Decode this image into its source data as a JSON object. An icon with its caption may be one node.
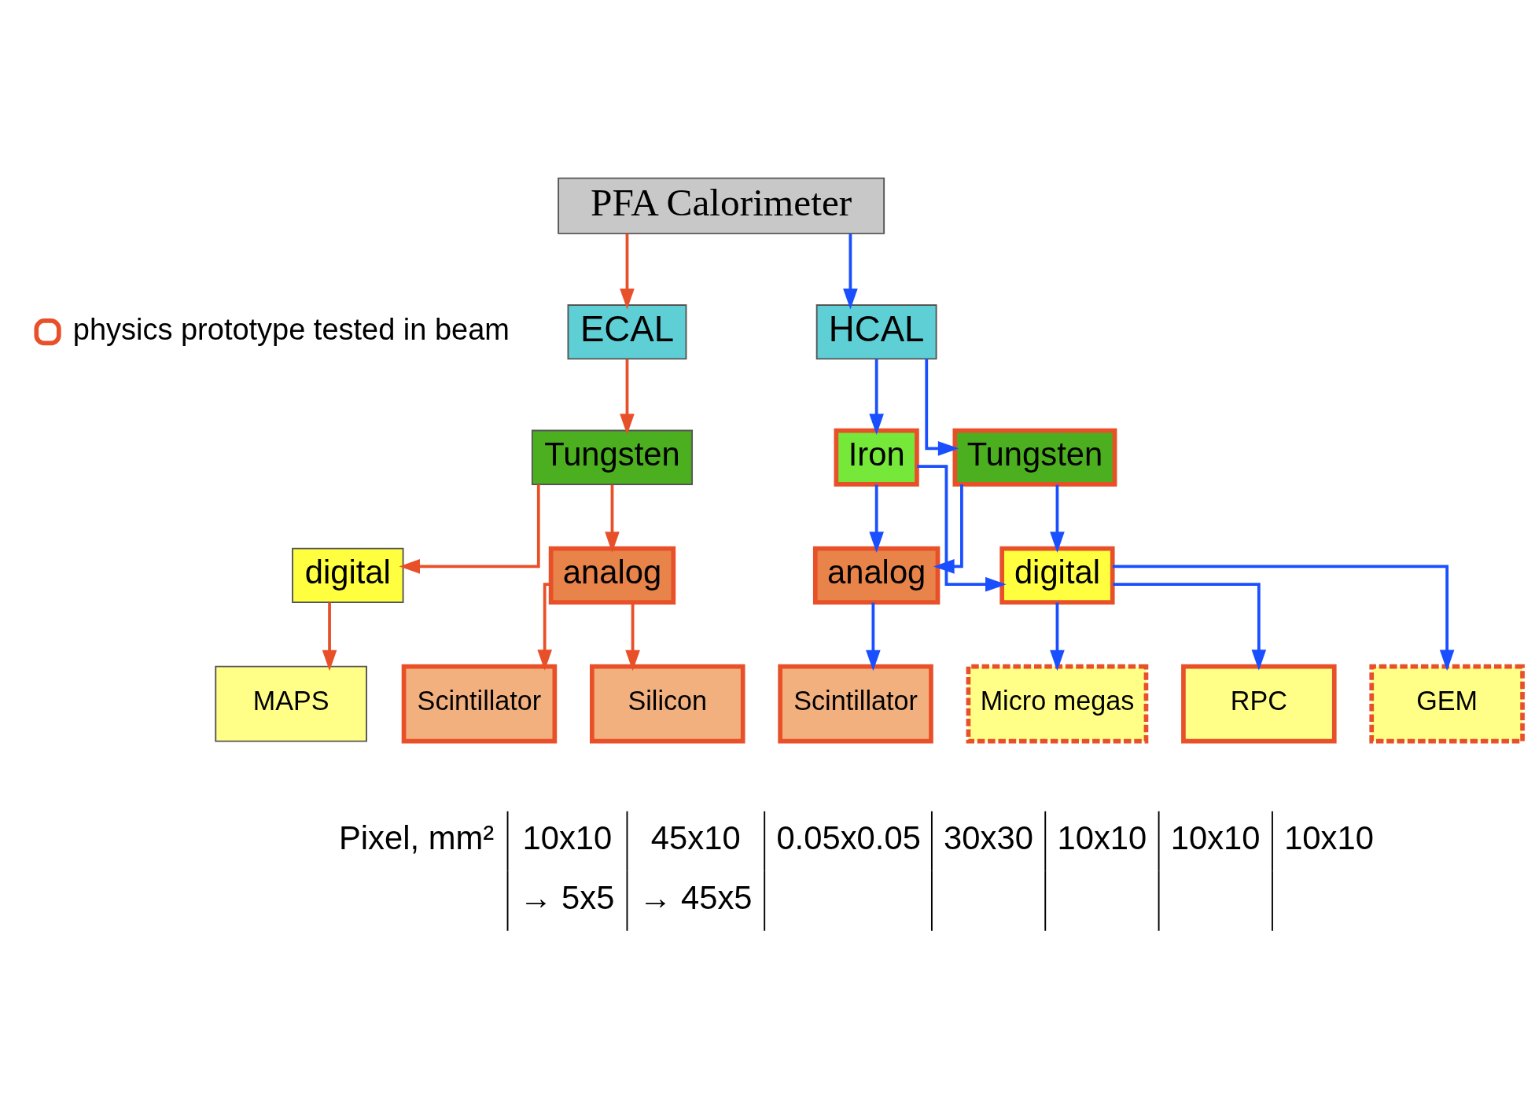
{
  "diagram": {
    "nodes": [
      {
        "text": [
          "PFA Calorimeter"
        ]
      },
      {
        "text": [
          "ECAL"
        ]
      },
      {
        "text": [
          "HCAL"
        ]
      },
      {
        "text": [
          "Tungsten"
        ]
      },
      {
        "text": [
          "Tungsten"
        ]
      },
      {
        "text": [
          "Iron"
        ]
      },
      {
        "text": [
          "analog"
        ]
      },
      {
        "text": [
          "digital"
        ]
      },
      {
        "text": [
          "analog"
        ]
      },
      {
        "text": [
          "digital"
        ]
      },
      {
        "text": [
          "Silicon"
        ]
      },
      {
        "text": [
          "Scintillator"
        ]
      },
      {
        "text": [
          "MAPS"
        ]
      },
      {
        "text": [
          "Scintillator"
        ]
      },
      {
        "text": [
          "RPC"
        ]
      },
      {
        "text": [
          "GEM"
        ]
      },
      {
        "text": [
          "Micro megas"
        ]
      }
    ],
    "edges": [
      {
        "from": 0,
        "to": 1,
        "arrow": "to",
        "color": "#e8502a"
      },
      {
        "from": 0,
        "to": 2,
        "arrow": "to"
      },
      {
        "from": 1,
        "to": 3,
        "arrow": "to",
        "color": "#e8502a"
      },
      {
        "from": 2,
        "to": 4,
        "arrow": "to"
      },
      {
        "from": 2,
        "to": 5,
        "arrow": "to"
      },
      {
        "from": 3,
        "to": 6,
        "arrow": "to",
        "color": "#e8502a"
      },
      {
        "from": 3,
        "to": 7,
        "arrow": "to",
        "color": "#e8502a"
      },
      {
        "from": 4,
        "to": 8,
        "arrow": "to"
      },
      {
        "from": 4,
        "to": 9,
        "arrow": "to"
      },
      {
        "from": 5,
        "to": 8,
        "arrow": "to"
      },
      {
        "from": 5,
        "to": 9,
        "arrow": "to"
      },
      {
        "from": 6,
        "to": 10,
        "arrow": "to",
        "color": "#e8502a"
      },
      {
        "from": 6,
        "to": 11,
        "arrow": "to",
        "color": "#e8502a"
      },
      {
        "from": 7,
        "to": 12,
        "arrow": "to",
        "color": "#e8502a"
      },
      {
        "from": 8,
        "to": 13,
        "arrow": "to"
      },
      {
        "from": 9,
        "to": 14,
        "arrow": "to"
      },
      {
        "from": 9,
        "to": 15,
        "arrow": "to"
      },
      {
        "from": 9,
        "to": 16,
        "arrow": "to"
      }
    ],
    "labels": [
      "Pixel, mm²",
      "10x10",
      "45x10",
      "0.05x0.05",
      "30x30",
      "10x10",
      "10x10",
      "10x10",
      "→ 5x5",
      "→ 45x5"
    ],
    "legend": [
      {
        "text": "physics prototype tested in beam"
      }
    ]
  }
}
